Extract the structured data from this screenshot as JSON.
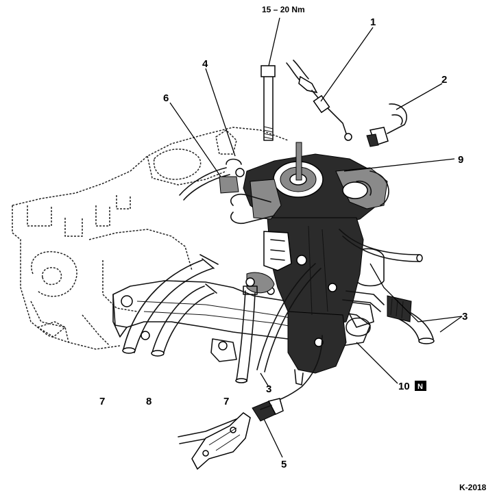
{
  "diagram": {
    "torque_spec": "15 – 20 Nm",
    "reference_code": "K-2018",
    "callouts": {
      "c1": "1",
      "c2": "2",
      "c3a": "3",
      "c3b": "3",
      "c4": "4",
      "c5": "5",
      "c6": "6",
      "c7a": "7",
      "c7b": "7",
      "c8": "8",
      "c9": "9",
      "c10": "10"
    },
    "note_badge": "N"
  }
}
